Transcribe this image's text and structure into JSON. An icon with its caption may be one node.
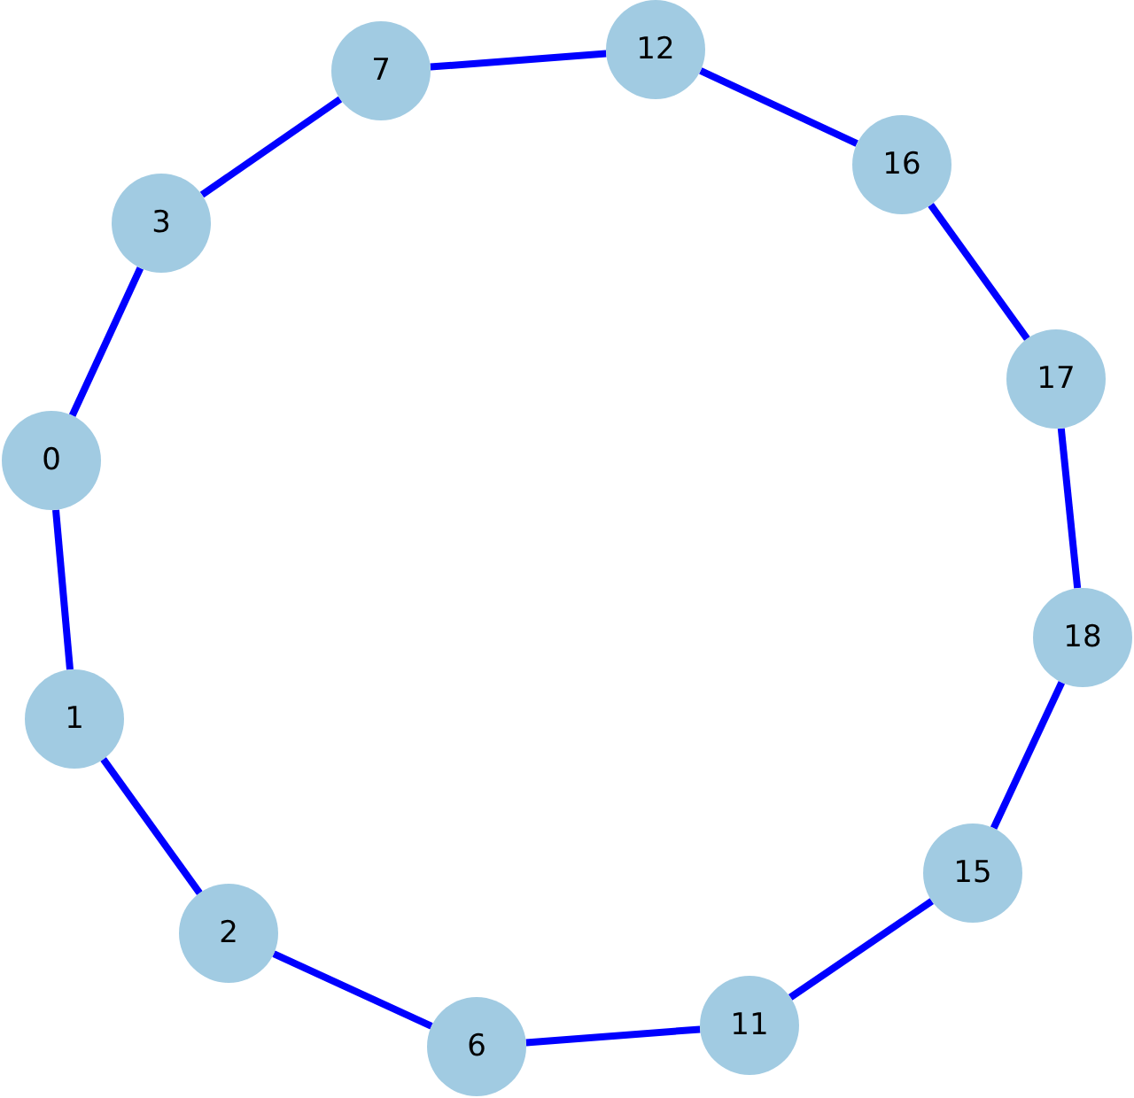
{
  "diagram": {
    "nodes": [
      {
        "text": [
          "12"
        ]
      },
      {
        "text": [
          "7"
        ]
      },
      {
        "text": [
          "16"
        ]
      },
      {
        "text": [
          "3"
        ]
      },
      {
        "text": [
          "17"
        ]
      },
      {
        "text": [
          "0"
        ]
      },
      {
        "text": [
          "18"
        ]
      },
      {
        "text": [
          "1"
        ]
      },
      {
        "text": [
          "15"
        ]
      },
      {
        "text": [
          "2"
        ]
      },
      {
        "text": [
          "11"
        ]
      },
      {
        "text": [
          "6"
        ]
      }
    ],
    "edges": [
      {
        "from": 5,
        "to": 3,
        "arrow": "none"
      },
      {
        "from": 3,
        "to": 1,
        "arrow": "none"
      },
      {
        "from": 1,
        "to": 0,
        "arrow": "none"
      },
      {
        "from": 0,
        "to": 2,
        "arrow": "none"
      },
      {
        "from": 2,
        "to": 4,
        "arrow": "none"
      },
      {
        "from": 4,
        "to": 6,
        "arrow": "none"
      },
      {
        "from": 6,
        "to": 8,
        "arrow": "none"
      },
      {
        "from": 8,
        "to": 10,
        "arrow": "none"
      },
      {
        "from": 10,
        "to": 11,
        "arrow": "none"
      },
      {
        "from": 11,
        "to": 9,
        "arrow": "none"
      },
      {
        "from": 9,
        "to": 7,
        "arrow": "none"
      },
      {
        "from": 7,
        "to": 5,
        "arrow": "none"
      }
    ]
  }
}
